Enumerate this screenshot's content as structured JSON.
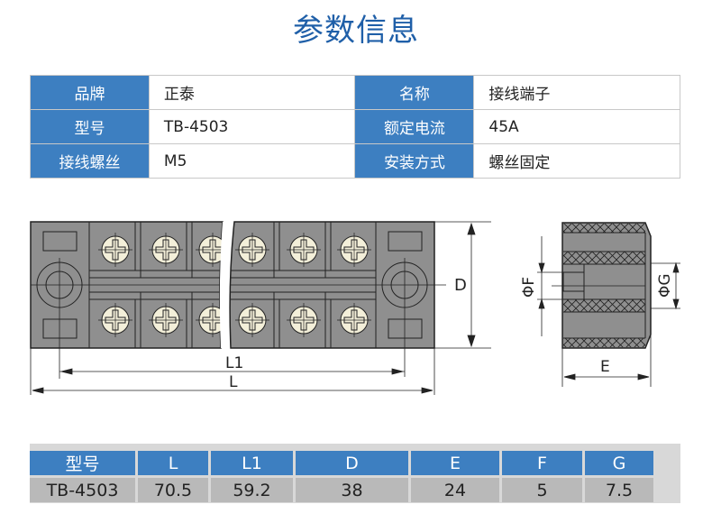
{
  "title": "参数信息",
  "spec": {
    "rows": [
      {
        "k1": "品牌",
        "v1": "正泰",
        "k2": "名称",
        "v2": "接线端子"
      },
      {
        "k1": "型号",
        "v1": "TB-4503",
        "k2": "额定电流",
        "v2": "45A"
      },
      {
        "k1": "接线螺丝",
        "v1": "M5",
        "k2": "安装方式",
        "v2": "螺丝固定"
      }
    ]
  },
  "drawing": {
    "labels": {
      "L1": "L1",
      "L": "L",
      "D": "D",
      "E": "E",
      "F": "ΦF",
      "G": "ΦG"
    },
    "colors": {
      "body": "#8f8f8f",
      "screw": "#f3efd9",
      "line": "#222222"
    }
  },
  "dims": {
    "headers": [
      "型号",
      "L",
      "L1",
      "D",
      "E",
      "F",
      "G"
    ],
    "row": [
      "TB-4503",
      "70.5",
      "59.2",
      "38",
      "24",
      "5",
      "7.5"
    ]
  }
}
